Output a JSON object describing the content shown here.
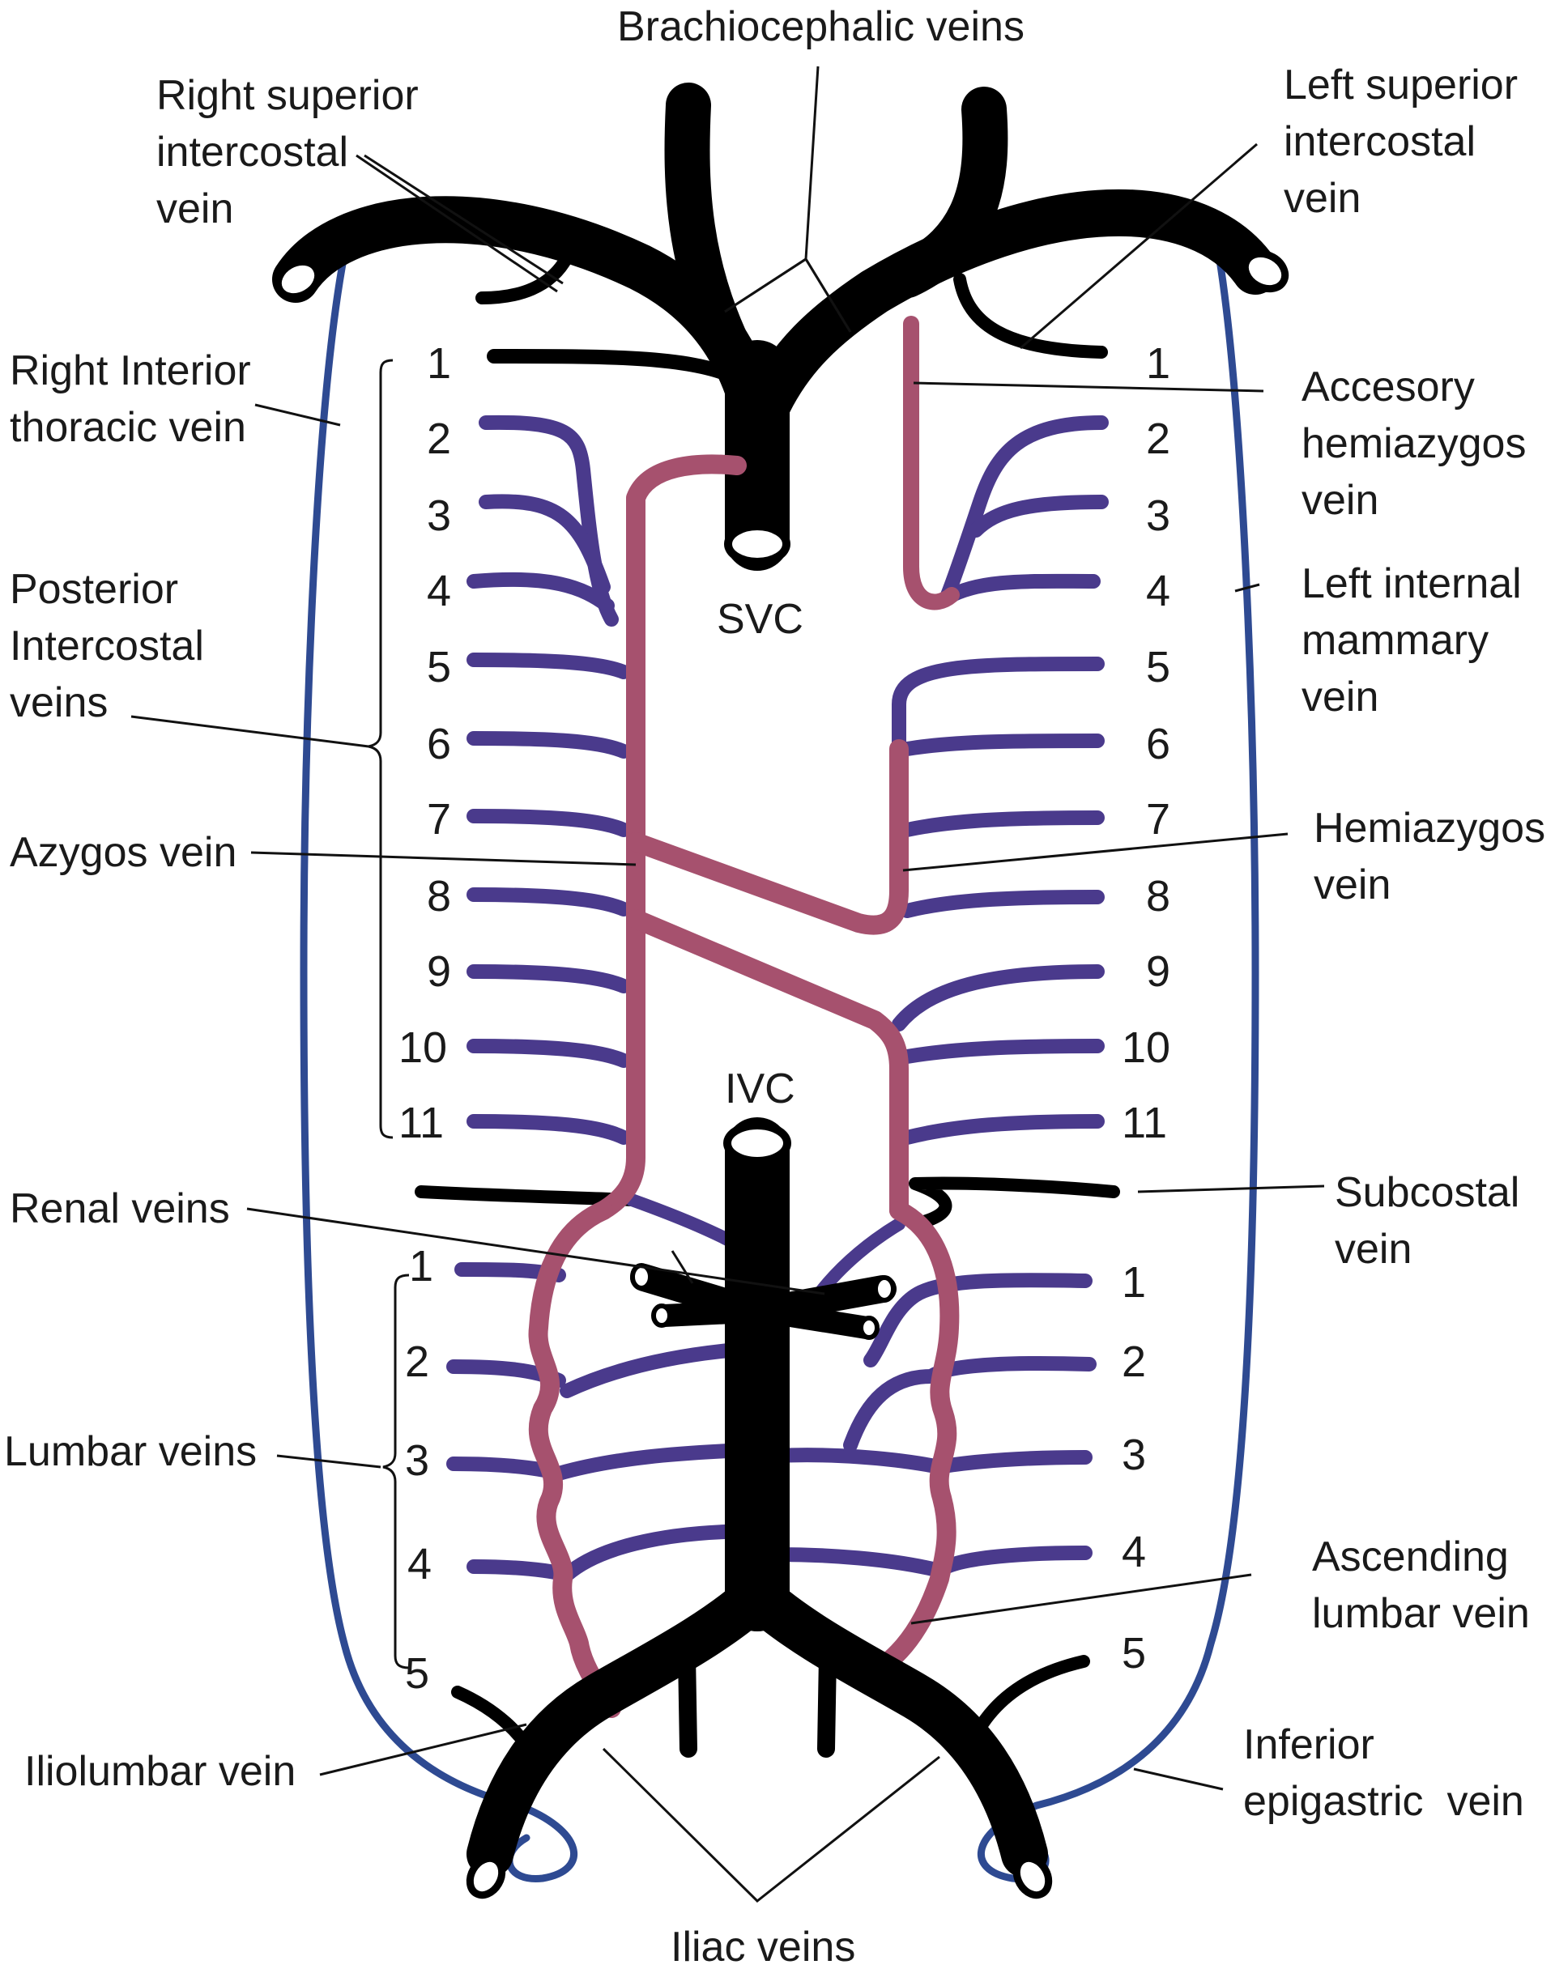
{
  "labels": {
    "brachiocephalic": "Brachiocephalic veins",
    "right_sup_intercostal": [
      "Right superior",
      "intercostal",
      "vein"
    ],
    "left_sup_intercostal": [
      "Left superior",
      "intercostal",
      "vein"
    ],
    "right_int_thoracic": [
      "Right Interior",
      "thoracic vein"
    ],
    "accessory_hemiazygos": [
      "Accesory",
      "hemiazygos",
      "vein"
    ],
    "svc": "SVC",
    "posterior_intercostal": [
      "Posterior",
      "Intercostal",
      "veins"
    ],
    "left_internal_mammary": [
      "Left internal",
      "mammary",
      "vein"
    ],
    "azygos": "Azygos vein",
    "hemiazygos": [
      "Hemiazygos",
      "vein"
    ],
    "ivc": "IVC",
    "renal": "Renal veins",
    "subcostal": [
      "Subcostal",
      "vein"
    ],
    "lumbar": "Lumbar veins",
    "ascending_lumbar": [
      "Ascending",
      "lumbar vein"
    ],
    "iliolumbar": "Iliolumbar vein",
    "inferior_epigastric": [
      "Inferior",
      "epigastric  vein"
    ],
    "iliac": "Iliac veins"
  },
  "intercostal_numbers": [
    "1",
    "2",
    "3",
    "4",
    "5",
    "6",
    "7",
    "8",
    "9",
    "10",
    "11"
  ],
  "lumbar_numbers": [
    "1",
    "2",
    "3",
    "4",
    "5"
  ],
  "colors": {
    "systemic_black": "#000000",
    "intercostal_purple": "#4a3a8c",
    "azygos_pink": "#a6516e",
    "mammary_blue": "#2e4a92"
  }
}
